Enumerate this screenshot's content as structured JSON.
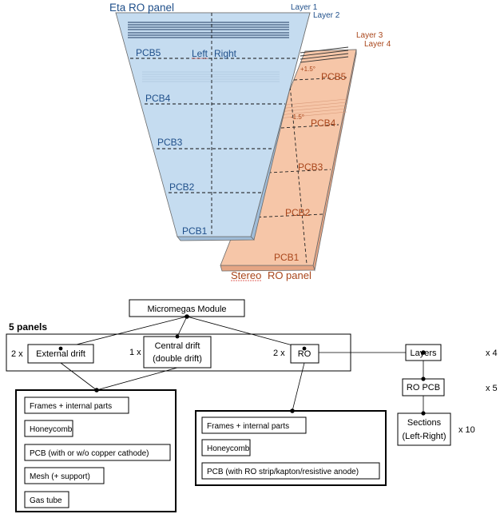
{
  "top": {
    "eta_panel_title": "Eta RO panel",
    "stereo_panel_title_word1": "Stereo",
    "stereo_panel_title_word2": "RO panel",
    "layers": [
      "Layer 1",
      "Layer 2",
      "Layer 3",
      "Layer 4"
    ],
    "eta_pcbs": [
      "PCB5",
      "PCB4",
      "PCB3",
      "PCB2",
      "PCB1"
    ],
    "stereo_pcbs": [
      "PCB5",
      "PCB4",
      "PCB3",
      "PCB2",
      "PCB1"
    ],
    "left_label": "Left",
    "right_label": "Right",
    "angle_plus": "+1.5°",
    "angle_minus": "-1.5°",
    "colors": {
      "eta_fill": "#c5dcf0",
      "stereo_fill": "#f6c6a8",
      "eta_text": "#1f4f8a",
      "stereo_text": "#a9461b"
    }
  },
  "tree": {
    "root": "Micromegas Module",
    "panels_label": "5 panels",
    "ext_mult": "2 x",
    "ext": "External drift",
    "central_mult": "1 x",
    "central_line1": "Central drift",
    "central_line2": "(double drift)",
    "ro_mult": "2 x",
    "ro": "RO",
    "drift_parts": [
      "Frames + internal parts",
      "Honeycomb",
      "PCB (with or w/o copper cathode)",
      "Mesh (+ support)",
      "Gas tube"
    ],
    "ro_parts": [
      "Frames + internal parts",
      "Honeycomb",
      "PCB (with RO strip/kapton/resistive anode)"
    ],
    "layers": "Layers",
    "layers_mult": "x 4",
    "ro_pcb": "RO PCB",
    "ro_pcb_mult": "x 5",
    "sections_line1": "Sections",
    "sections_line2": "(Left-Right)",
    "sections_mult": "x 10"
  }
}
